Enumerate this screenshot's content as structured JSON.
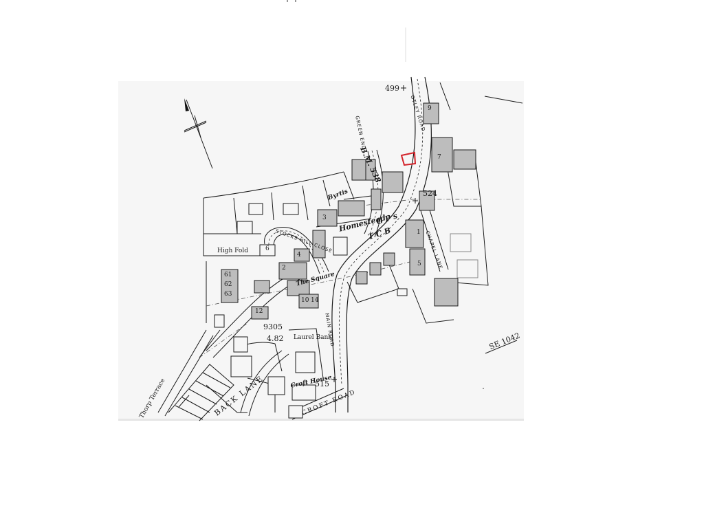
{
  "map": {
    "grid_ref": "SE 1042",
    "spot_heights": [
      "499",
      "524",
      "515"
    ],
    "benchmark": "B.M. 538",
    "parcel": {
      "number": "9305",
      "area": "4.82"
    },
    "places": [
      "High Fold",
      "Byrtis",
      "Homestead",
      "The Square",
      "Laurel Bank",
      "Croft House"
    ],
    "roads": [
      "GREEN END",
      "MAIN ROAD",
      "BACK LANE",
      "STOCKS HILL CLOSE",
      "CROFT ROAD",
      "CHAPEL LANE",
      "OTLEY ROAD",
      "Thorp Terrace"
    ],
    "symbols": [
      "G P s",
      "T C B"
    ],
    "plot_numbers": [
      "1",
      "2",
      "3",
      "4",
      "5",
      "6",
      "7",
      "9",
      "10",
      "12",
      "14",
      "61",
      "62",
      "63"
    ],
    "colors": {
      "ink": "#1a1a1a",
      "building_fill": "#bdbdbd",
      "highlight": "#d3232a",
      "paper": "#f6f6f6"
    },
    "icons": [
      "north-arrow-icon"
    ]
  }
}
